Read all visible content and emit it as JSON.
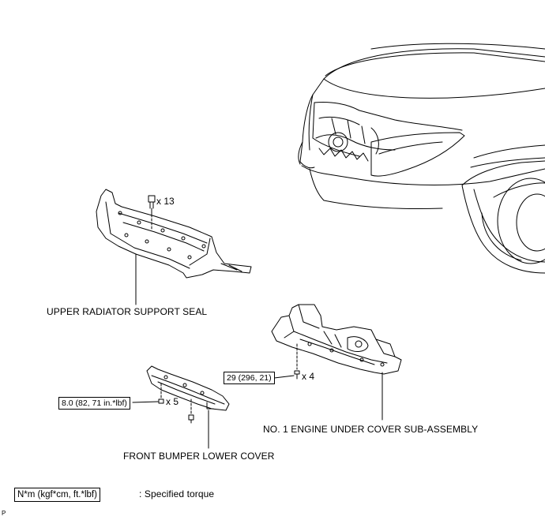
{
  "labels": {
    "upper_radiator_support_seal": "UPPER RADIATOR SUPPORT SEAL",
    "engine_under_cover": "NO. 1 ENGINE UNDER COVER SUB-ASSEMBLY",
    "front_bumper_lower_cover": "FRONT BUMPER LOWER COVER"
  },
  "quantities": {
    "clips_x13": "x 13",
    "bolts_x4": "x 4",
    "bolts_x5": "x 5"
  },
  "torques": {
    "engine_cover": "29 (296, 21)",
    "bumper_cover": "8.0 (82, 71 in.*lbf)"
  },
  "legend": {
    "unit_box": "N*m (kgf*cm, ft.*lbf)",
    "text": ": Specified torque"
  },
  "footer_mark": "P"
}
